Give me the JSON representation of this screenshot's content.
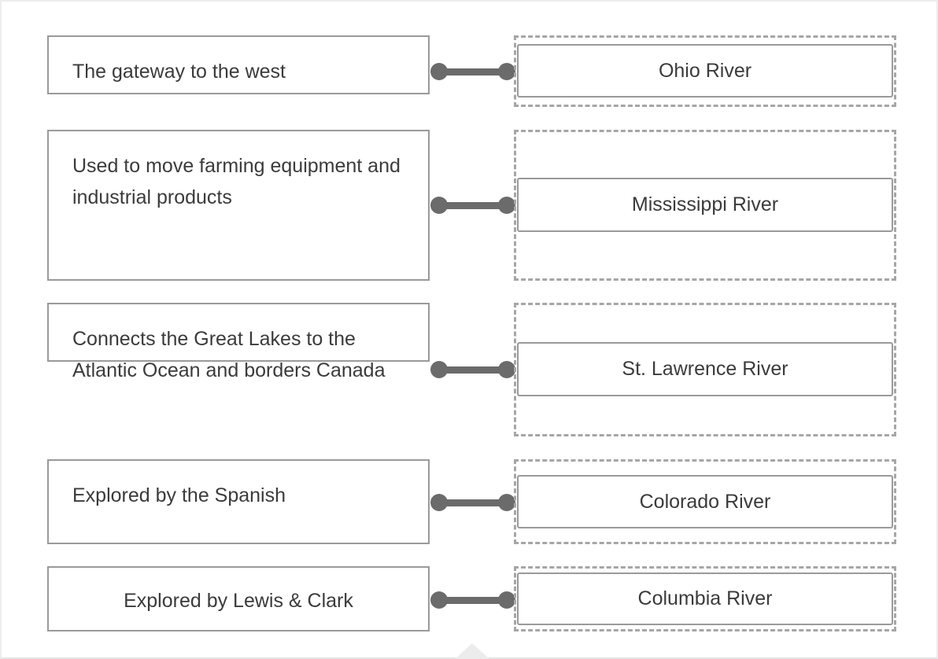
{
  "matching": {
    "rows": [
      {
        "prompt": "The gateway to the west",
        "answer": "Ohio River"
      },
      {
        "prompt": "Used to move farming equipment and industrial products",
        "answer": "Mississippi River"
      },
      {
        "prompt": "Connects the Great Lakes to the Atlantic Ocean and borders Canada",
        "answer": "St. Lawrence River"
      },
      {
        "prompt": "Explored by the Spanish",
        "answer": "Colorado River"
      },
      {
        "prompt": "Explored by Lewis & Clark",
        "answer": "Columbia River"
      }
    ]
  },
  "colors": {
    "box_border": "#9a9a9a",
    "dashed_border": "#a6a6a6",
    "connector": "#6b6b6b",
    "text": "#3b3b3b"
  }
}
